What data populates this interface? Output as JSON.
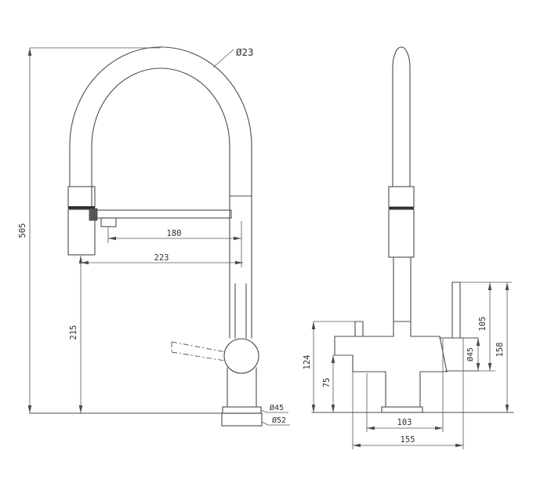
{
  "drawing": {
    "line_color": "#4c4c4c",
    "background_color": "#ffffff",
    "front_view": {
      "dims": {
        "hose_diameter": "Ø23",
        "total_height": "505",
        "spout_reach": "180",
        "overall_reach": "223",
        "sprayer_clearance": "215",
        "base_ring_diameter": "Ø45",
        "base_diameter": "Ø52"
      }
    },
    "side_view": {
      "dims": {
        "body_height": "124",
        "holder_height": "75",
        "handle_length": "105",
        "handle_height": "158",
        "housing_diameter": "Ø45",
        "base_width_inner": "103",
        "base_width_outer": "155"
      }
    }
  }
}
